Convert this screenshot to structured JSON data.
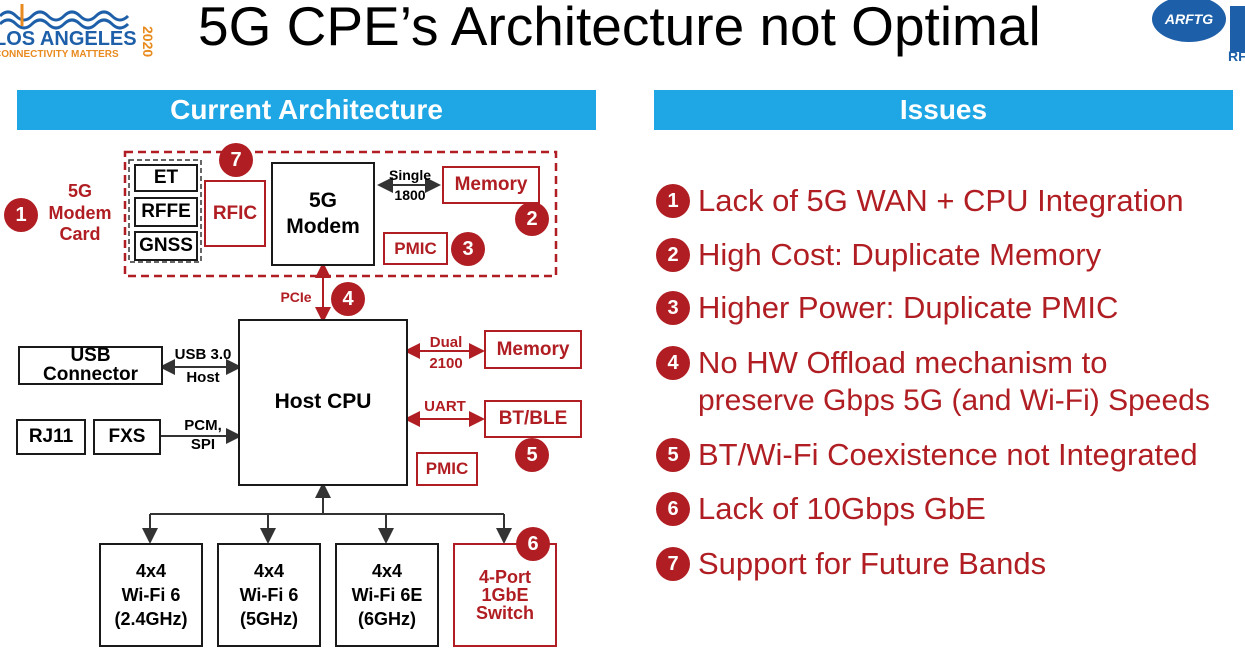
{
  "header": {
    "title": "5G CPE’s Architecture not Optimal",
    "logo_left": {
      "city": "LOS ANGELES",
      "tagline": "CONNECTIVITY MATTERS",
      "year": "2020"
    },
    "logo_right": {
      "name": "ARFTG",
      "sub": "RF"
    }
  },
  "left_panel": {
    "banner": "Current Architecture",
    "modem_card_label": [
      "5G",
      "Modem",
      "Card"
    ],
    "blocks": {
      "et": "ET",
      "rffe": "RFFE",
      "gnss": "GNSS",
      "rfic": "RFIC",
      "modem": [
        "5G",
        "Modem"
      ],
      "memory_top": "Memory",
      "pmic_top": "PMIC",
      "host_cpu": "Host CPU",
      "memory_right": "Memory",
      "bt_ble": "BT/BLE",
      "pmic_right": "PMIC",
      "usb": [
        "USB",
        "Connector"
      ],
      "rj11": "RJ11",
      "fxs": "FXS",
      "wifi_24": [
        "4x4",
        "Wi-Fi 6",
        "(2.4GHz)"
      ],
      "wifi_5": [
        "4x4",
        "Wi-Fi 6",
        "(5GHz)"
      ],
      "wifi_6e": [
        "4x4",
        "Wi-Fi 6E",
        "(6GHz)"
      ],
      "switch": [
        "4-Port",
        "1GbE",
        "Switch"
      ]
    },
    "link_labels": {
      "single_1800": [
        "Single",
        "1800"
      ],
      "pcie": "PCIe",
      "usb30_host": [
        "USB 3.0",
        "Host"
      ],
      "pcm_spi": [
        "PCM,",
        "SPI"
      ],
      "dual_2100": [
        "Dual",
        "2100"
      ],
      "uart": "UART"
    },
    "markers": [
      "1",
      "2",
      "3",
      "4",
      "5",
      "6",
      "7"
    ]
  },
  "right_panel": {
    "banner": "Issues",
    "issues": [
      {
        "num": "1",
        "lines": [
          "Lack of 5G WAN + CPU Integration"
        ]
      },
      {
        "num": "2",
        "lines": [
          "High Cost: Duplicate Memory"
        ]
      },
      {
        "num": "3",
        "lines": [
          "Higher Power: Duplicate PMIC"
        ]
      },
      {
        "num": "4",
        "lines": [
          "No HW Offload mechanism to",
          "preserve Gbps 5G (and Wi-Fi) Speeds"
        ]
      },
      {
        "num": "5",
        "lines": [
          "BT/Wi-Fi Coexistence not Integrated"
        ]
      },
      {
        "num": "6",
        "lines": [
          "Lack of 10Gbps GbE"
        ]
      },
      {
        "num": "7",
        "lines": [
          "Support for Future Bands"
        ]
      }
    ]
  },
  "colors": {
    "accent_red": "#b01e23",
    "banner_blue": "#1ea7e4",
    "logo_blue": "#1d5fa8",
    "logo_orange": "#e98a1f"
  }
}
